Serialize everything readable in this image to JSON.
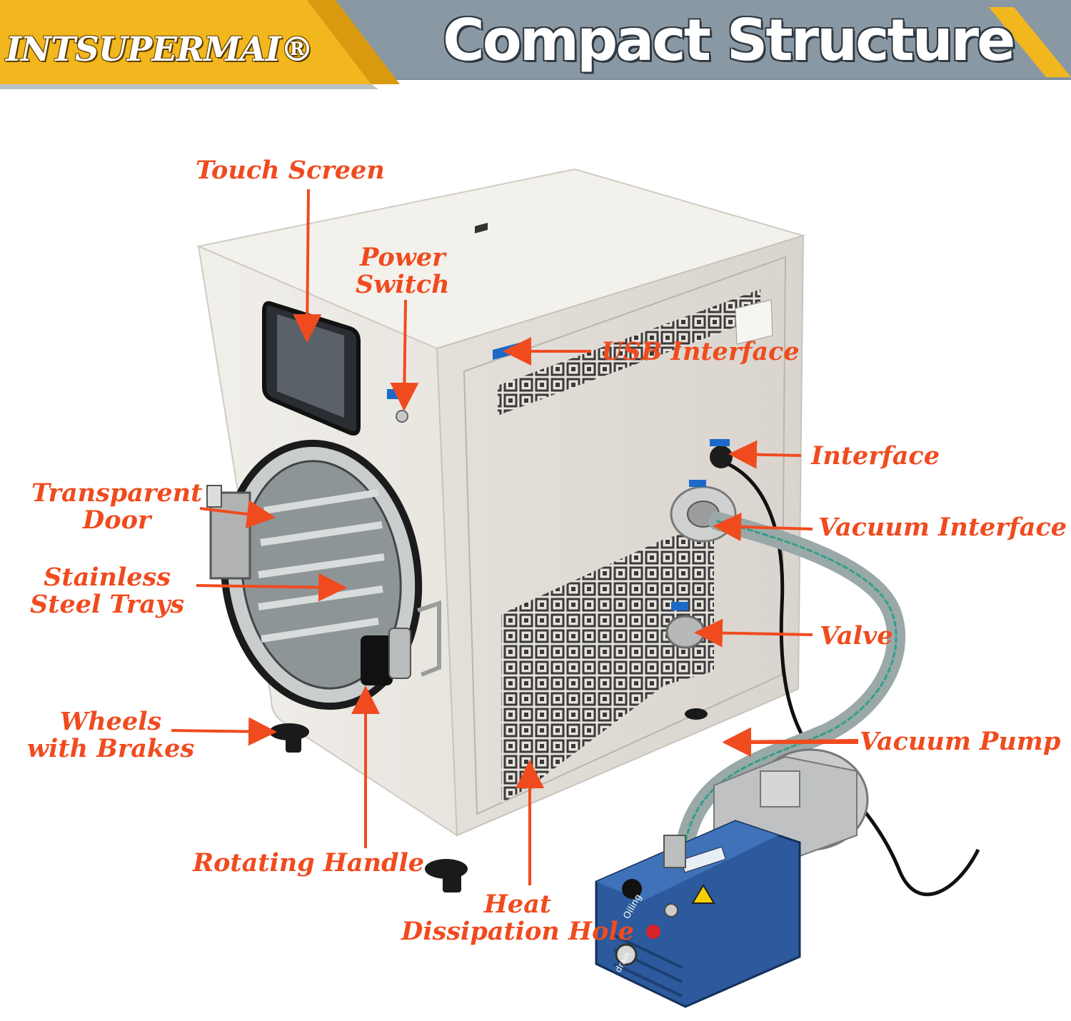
{
  "banner": {
    "brand": "INTSUPERMAI®",
    "title": "Compact Structure",
    "colors": {
      "gold": "#f2b71e",
      "slate": "#7e8d98",
      "title_outline": "#2f3a44",
      "callout": "#f04b1f"
    }
  },
  "labels": {
    "touch_screen": "Touch Screen",
    "power_switch": [
      "Power",
      "Switch"
    ],
    "usb_interface": "USB Interface",
    "interface": "Interface",
    "transparent_door": [
      "Transparent",
      "Door"
    ],
    "vacuum_interface": "Vacuum Interface",
    "stainless_steel_trays": [
      "Stainless",
      "Steel Trays"
    ],
    "valve": "Valve",
    "wheels_with_brakes": [
      "Wheels",
      "with Brakes"
    ],
    "rotating_handle": "Rotating Handle",
    "heat_dissipation_hole": [
      "Heat",
      "Dissipation Hole"
    ],
    "vacuum_pump": "Vacuum Pump"
  },
  "pump": {
    "oiling": "Oiling",
    "oil_drain": "Oil drain"
  }
}
